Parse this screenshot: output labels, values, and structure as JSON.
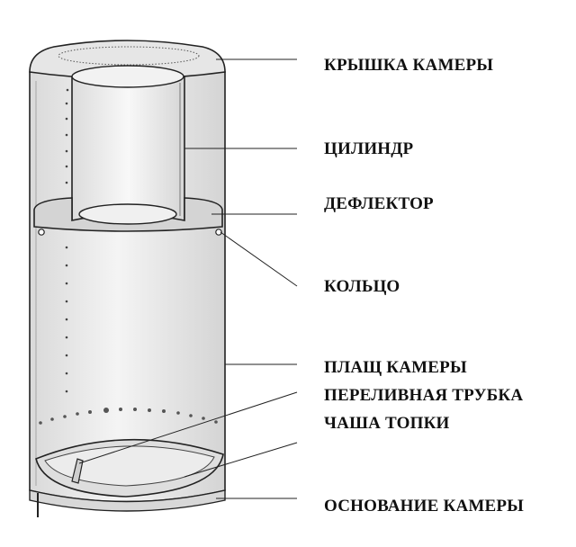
{
  "labels": {
    "lid": "КРЫШКА КАМЕРЫ",
    "cylinder": "ЦИЛИНДР",
    "deflector": "ДЕФЛЕКТОР",
    "ring": "КОЛЬЦО",
    "shell": "ПЛАЩ КАМЕРЫ",
    "overflow_pipe": "ПЕРЕЛИВНАЯ ТРУБКА",
    "bowl": "ЧАША ТОПКИ",
    "base": "ОСНОВАНИЕ КАМЕРЫ"
  },
  "colors": {
    "stroke": "#222222",
    "fill": "#e9e9e9",
    "shade": "#cfcfcf",
    "text": "#111111"
  }
}
